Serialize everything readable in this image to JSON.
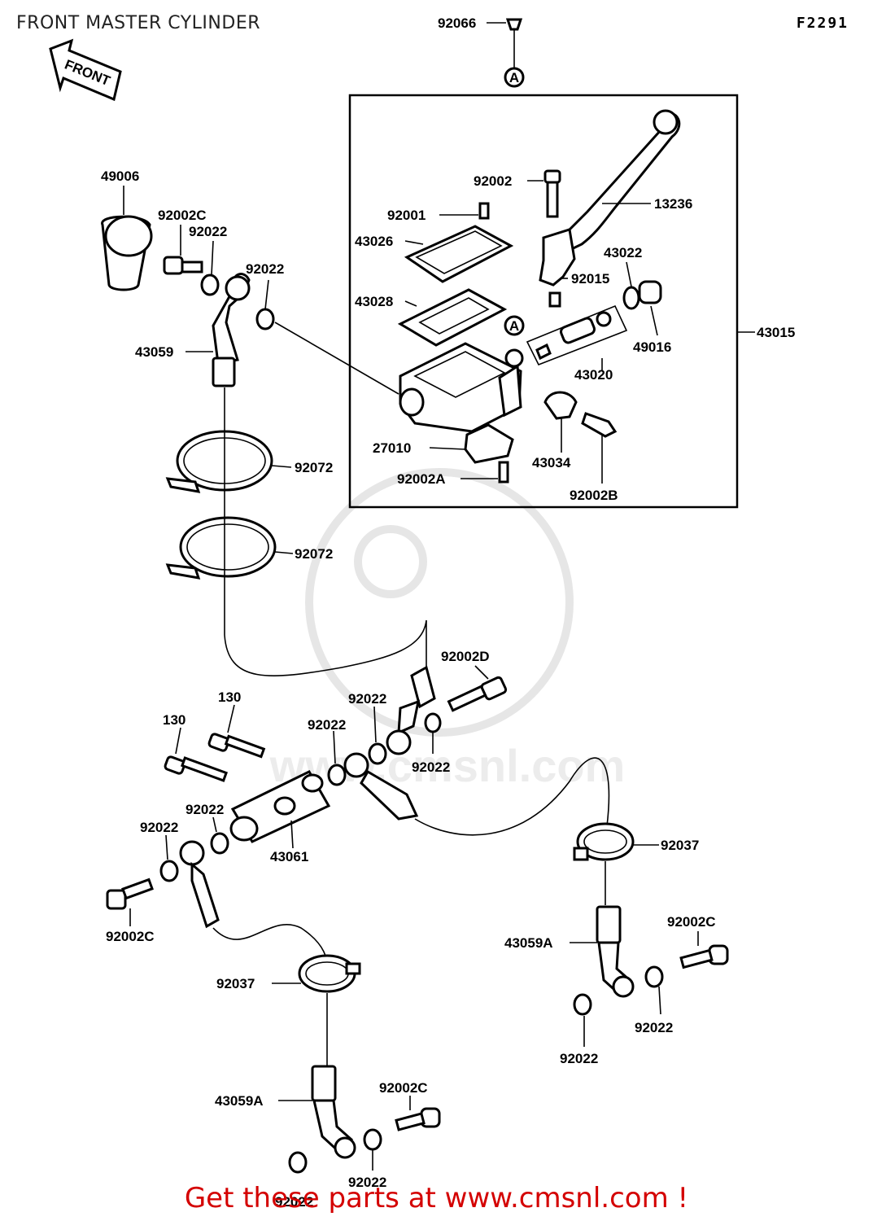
{
  "header": {
    "title": "FRONT MASTER CYLINDER",
    "figure_code": "F2291"
  },
  "arrow_label": "FRONT",
  "ref_marker": "A",
  "watermark": {
    "text": "www.cmsnl.com",
    "color": "#e6e6e6"
  },
  "footer": {
    "promo": "Get these parts at www.cmsnl.com !",
    "color": "#d40000"
  },
  "labels": {
    "l92066": "92066",
    "l49006": "49006",
    "l92002C_1": "92002C",
    "l92022_1": "92022",
    "l92022_2": "92022",
    "l43059": "43059",
    "l92002": "92002",
    "l13236": "13236",
    "l92001": "92001",
    "l43026": "43026",
    "l43022": "43022",
    "l92015": "92015",
    "l43028": "43028",
    "l43015": "43015",
    "l49016": "49016",
    "l43020": "43020",
    "l27010": "27010",
    "l43034": "43034",
    "l92002A": "92002A",
    "l92002B": "92002B",
    "l92072_1": "92072",
    "l92072_2": "92072",
    "l92002D": "92002D",
    "l130_1": "130",
    "l92022_3": "92022",
    "l130_2": "130",
    "l92022_4": "92022",
    "l92022_5": "92022",
    "l92022_6": "92022",
    "l92022_7": "92022",
    "l43061": "43061",
    "l92037_1": "92037",
    "l92002C_2": "92002C",
    "l92002C_3": "92002C",
    "l43059A_1": "43059A",
    "l92022_8": "92022",
    "l92022_9": "92022",
    "l92037_2": "92037",
    "l43059A_2": "43059A",
    "l92002C_4": "92002C",
    "l92022_10": "92022",
    "l92022_11": "92022"
  }
}
